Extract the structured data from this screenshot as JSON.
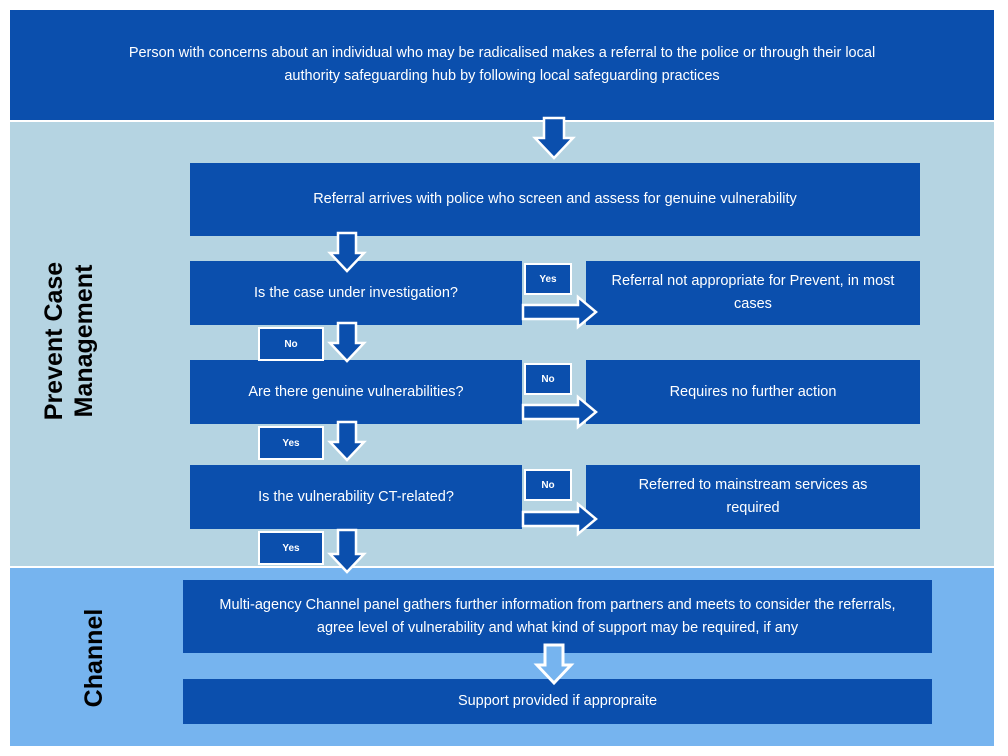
{
  "colors": {
    "box_fill": "#0b4fad",
    "top_band": "#0b4fad",
    "prevent_band": "#b5d4e2",
    "channel_band": "#76b4ef",
    "arrow_outline": "#ffffff",
    "text": "#ffffff",
    "section_label": "#000000"
  },
  "top": {
    "text": "Person with concerns about an individual who may be radicalised makes a referral to the police or through their local authority safeguarding hub by following local safeguarding practices"
  },
  "prevent": {
    "section_label_line1": "Prevent Case",
    "section_label_line2": "Management",
    "referral_arrives": "Referral arrives with police who screen and assess for genuine vulnerability",
    "steps": [
      {
        "question": "Is the case under investigation?",
        "side_tag": "Yes",
        "outcome": "Referral not appropriate for Prevent, in most cases",
        "down_tag": "No"
      },
      {
        "question": "Are there genuine vulnerabilities?",
        "side_tag": "No",
        "outcome": "Requires no further action",
        "down_tag": "Yes"
      },
      {
        "question": "Is the vulnerability CT-related?",
        "side_tag": "No",
        "outcome": "Referred to mainstream services as required",
        "down_tag": "Yes"
      }
    ]
  },
  "channel": {
    "section_label": "Channel",
    "panel": "Multi-agency Channel panel gathers further information from partners and meets to consider the referrals, agree level of vulnerability and what kind of support may be required, if any",
    "support": "Support provided if appropraite"
  }
}
